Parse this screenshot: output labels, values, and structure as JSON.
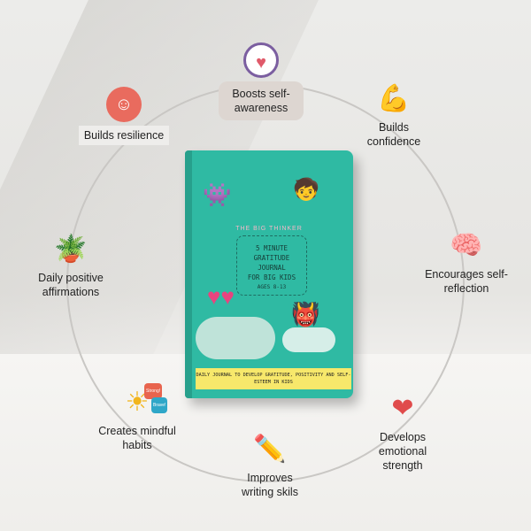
{
  "benefits": [
    {
      "label": "Boosts self-awareness",
      "icon": "hearts-icon"
    },
    {
      "label": "Builds confidence",
      "icon": "flexed-arm-icon"
    },
    {
      "label": "Encourages self-reflection",
      "icon": "brain-thought-icon"
    },
    {
      "label": "Develops emotional strength",
      "icon": "heart-arrow-icon"
    },
    {
      "label": "Improves writing skils",
      "icon": "pencil-icon"
    },
    {
      "label": "Creates mindful habits",
      "icon": "sun-icon"
    },
    {
      "label": "Daily positive affirmations",
      "icon": "plant-icon"
    },
    {
      "label": "Builds resilience",
      "icon": "robot-icon"
    }
  ],
  "book": {
    "brand": "THE BIG THINKER",
    "title_lines": [
      "5 MINUTE",
      "GRATITUDE",
      "JOURNAL",
      "FOR BIG KIDS"
    ],
    "ages": "AGES 8-13",
    "subtitle": "DAILY JOURNAL TO DEVELOP GRATITUDE, POSITIVITY AND SELF-ESTEEM IN KIDS",
    "cover_color": "#2fbaa3",
    "band_color": "#f7e86b"
  },
  "sun_bubbles": [
    "Strong!",
    "Brave!"
  ]
}
